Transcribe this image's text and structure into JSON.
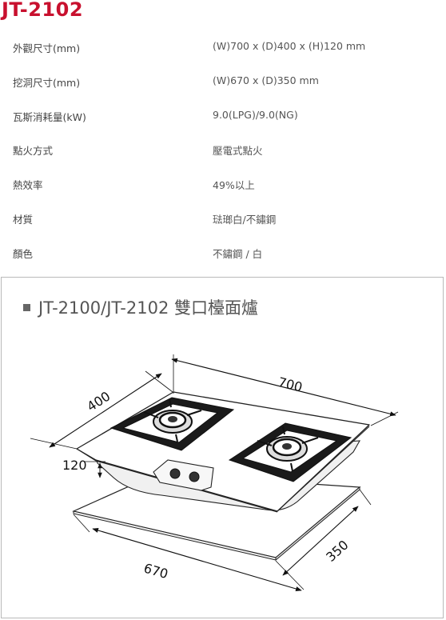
{
  "model": "JT-2102",
  "specs": [
    {
      "label": "外觀尺寸(mm)",
      "value": "(W)700 x (D)400 x (H)120 mm"
    },
    {
      "label": "挖洞尺寸(mm)",
      "value": "(W)670 x (D)350 mm"
    },
    {
      "label": "瓦斯消耗量(kW)",
      "value": "9.0(LPG)/9.0(NG)"
    },
    {
      "label": "點火方式",
      "value": "壓電式點火"
    },
    {
      "label": "熱效率",
      "value": "49%以上"
    },
    {
      "label": "材質",
      "value": "琺瑯白/不鏽鋼"
    },
    {
      "label": "顏色",
      "value": "不鏽鋼 / 白"
    }
  ],
  "diagram": {
    "heading": "JT-2100/JT-2102 雙口檯面爐",
    "dimensions": {
      "width": "700",
      "depth": "400",
      "height": "120",
      "cutout_width": "670",
      "cutout_depth": "350"
    }
  }
}
